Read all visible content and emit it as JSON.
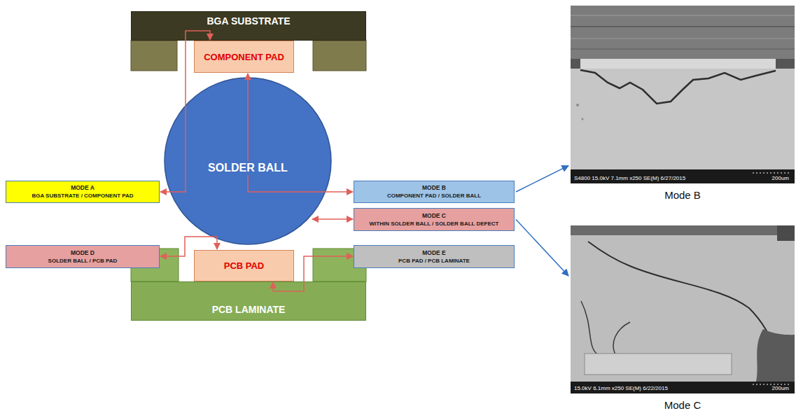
{
  "diagram": {
    "nodes": [
      {
        "text": [
          "BGA SUBSTRATE"
        ]
      },
      {
        "text": [
          "COMPONENT PAD"
        ]
      },
      {
        "text": [
          "MODE A",
          "BGA SUBSTRATE / COMPONENT PAD"
        ]
      },
      {
        "text": [
          "SOLDER BALL"
        ]
      },
      {
        "text": [
          "MODE B",
          "COMPONENT PAD / SOLDER BALL"
        ]
      },
      {
        "text": [
          "MODE C",
          "WITHIN SOLDER BALL / SOLDER BALL DEFECT"
        ]
      },
      {
        "text": [
          "MODE D",
          "SOLDER BALL / PCB PAD"
        ]
      },
      {
        "text": [
          "MODE E",
          "PCB PAD / PCB LAMINATE"
        ]
      },
      {
        "text": [
          "PCB PAD"
        ]
      },
      {
        "text": [
          "PCB LAMINATE"
        ]
      },
      {
        "text": [
          "S4800 15.0kV 7.1mm x250 SE(M) 6/27/2015",
          "200um",
          "Mode B"
        ]
      },
      {
        "text": [
          "15.0kV 6.1mm x250 SE(M) 6/22/2015",
          "200um",
          "Mode C"
        ]
      }
    ],
    "edges": [
      {
        "from": 4,
        "to": 10,
        "arrow": "to"
      },
      {
        "from": 5,
        "to": 11,
        "arrow": "to"
      }
    ]
  }
}
